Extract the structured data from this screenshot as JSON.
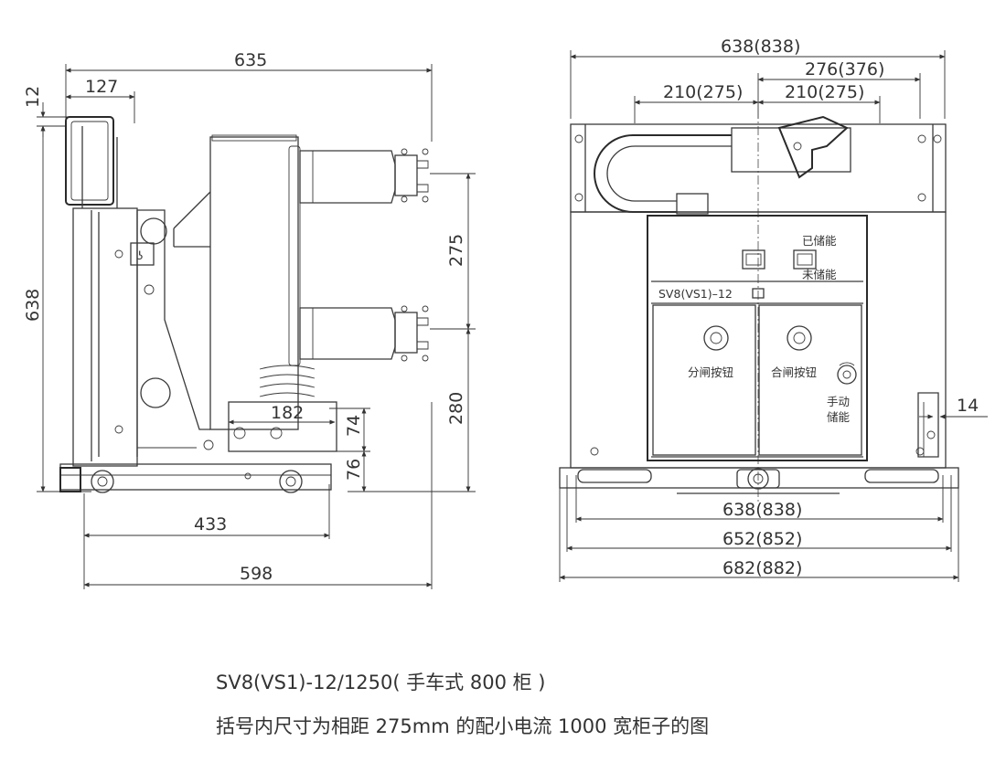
{
  "side_view": {
    "dims": {
      "overall_width": "635",
      "top_offset": "127",
      "top_small": "12",
      "overall_height": "638",
      "pole_spacing": "275",
      "lower_height": "280",
      "bracket_width": "182",
      "bracket_h1": "74",
      "bracket_h2": "76",
      "wheel_span": "433",
      "base_length": "598"
    }
  },
  "front_view": {
    "dims": {
      "top_width": "638(838)",
      "right_offset": "276(376)",
      "left_pitch": "210(275)",
      "right_pitch": "210(275)",
      "side_gap": "14",
      "bottom_inner": "638(838)",
      "bottom_mid": "652(852)",
      "bottom_outer": "682(882)"
    },
    "labels": {
      "charged": "已储能",
      "uncharged": "未储能",
      "model_plate": "SV8(VS1)–12",
      "open_button": "分闸按钮",
      "close_button": "合闸按钮",
      "manual_line1": "手动",
      "manual_line2": "储能"
    }
  },
  "caption": {
    "line1": "SV8(VS1)-12/1250( 手车式 800 柜 )",
    "line2": "括号内尺寸为相距 275mm 的配小电流 1000 宽柜子的图"
  }
}
